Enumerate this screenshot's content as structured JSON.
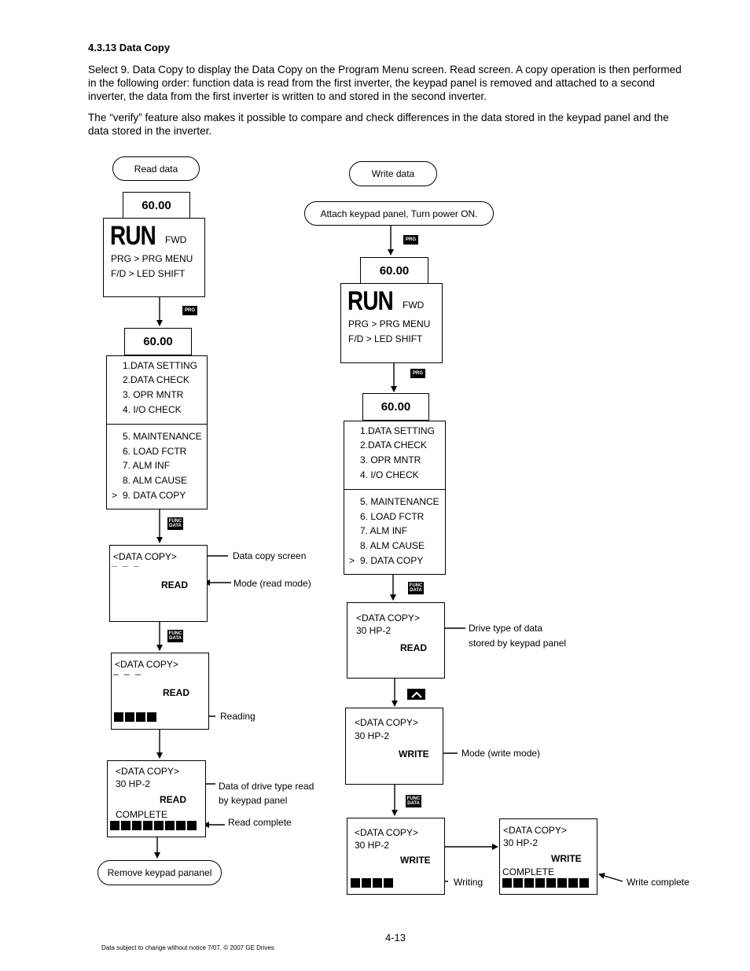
{
  "heading": "4.3.13 Data Copy",
  "para1": "Select 9. Data Copy to display the Data Copy on the Program Menu screen. Read screen.  A copy operation is then performed in the following order: function data is read from the first inverter, the keypad panel is removed and attached to a second inverter, the data from the first inverter is written to and stored in the second inverter.",
  "para2": "The “verify” feature also makes it possible to compare and check differences in the data stored in the keypad panel and the data stored in the inverter.",
  "left": {
    "start": "Read data",
    "freq": "60.00",
    "run": "RUN",
    "fwd": "FWD",
    "prg_line": "PRG > PRG MENU",
    "fd_line": "F/D > LED SHIFT",
    "key_prg": "PRG",
    "menu_a": [
      "1.DATA SETTING",
      "2.DATA CHECK",
      "3. OPR MNTR",
      "4. I/O CHECK"
    ],
    "menu_b": [
      "5. MAINTENANCE",
      "6. LOAD FCTR",
      "7. ALM INF",
      "8. ALM CAUSE",
      "9. DATA COPY"
    ],
    "cursor": ">",
    "key_func": "FUNC",
    "key_data": "DATA",
    "dc_title": "<DATA COPY>",
    "dash": "_ _ _",
    "read": "READ",
    "lbl_screen": "Data copy screen",
    "lbl_mode": "Mode (read mode)",
    "lbl_reading": "Reading",
    "hp": "30 HP-2",
    "complete": "COMPLETE",
    "lbl_drive": "Data of drive type read",
    "lbl_drive2": "by keypad panel",
    "lbl_complete": "Read complete",
    "end": "Remove keypad pananel"
  },
  "right": {
    "start": "Write data",
    "attach": "Attach keypad panel, Turn power ON.",
    "freq": "60.00",
    "run": "RUN",
    "fwd": "FWD",
    "prg_line": "PRG > PRG MENU",
    "fd_line": "F/D > LED SHIFT",
    "key_prg": "PRG",
    "menu_a": [
      "1.DATA SETTING",
      "2.DATA CHECK",
      "3. OPR MNTR",
      "4. I/O CHECK"
    ],
    "menu_b": [
      "5. MAINTENANCE",
      "6. LOAD FCTR",
      "7. ALM INF",
      "8. ALM CAUSE",
      "9. DATA COPY"
    ],
    "cursor": ">",
    "key_func": "FUNC",
    "key_data": "DATA",
    "dc_title": "<DATA COPY>",
    "hp": "30 HP-2",
    "read": "READ",
    "write": "WRITE",
    "complete": "COMPLETE",
    "lbl_drive": "Drive type of data",
    "lbl_drive2": "stored by keypad panel",
    "lbl_mode": "Mode (write mode)",
    "lbl_writing": "Writing",
    "lbl_complete": "Write complete"
  },
  "page_number": "4-13",
  "footer": "Data subject to change without notice 7/07. © 2007 GE Drives"
}
